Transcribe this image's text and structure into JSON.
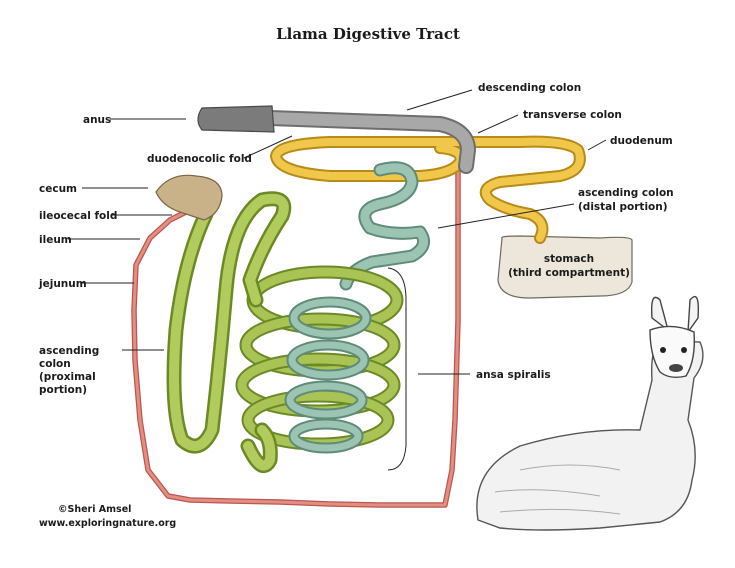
{
  "title": "Llama Digestive Tract",
  "labels": {
    "anus": "anus",
    "descending_colon": "descending colon",
    "transverse_colon": "transverse colon",
    "duodenocolic_fold": "duodenocolic fold",
    "duodenum": "duodenum",
    "cecum": "cecum",
    "ileocecal_fold": "ileocecal fold",
    "ileum": "ileum",
    "jejunum": "jejunum",
    "ascending_colon_distal": [
      "ascending colon",
      "(distal portion)"
    ],
    "stomach": [
      "stomach",
      "(third compartment)"
    ],
    "ascending_colon_proximal": [
      "ascending",
      "colon",
      "(proximal",
      "portion)"
    ],
    "ansa_spiralis": "ansa spiralis"
  },
  "credit": [
    "©Sheri Amsel",
    "www.exploringnature.org"
  ],
  "colors": {
    "small_intestine": "#d9776d",
    "duodenum": "#e6b631",
    "colon_green": "#9cb648",
    "colon_teal": "#8fb5a4",
    "rectum": "#8a8a8a",
    "cecum": "#b7a07a",
    "stomach": "#e8e3d6"
  }
}
